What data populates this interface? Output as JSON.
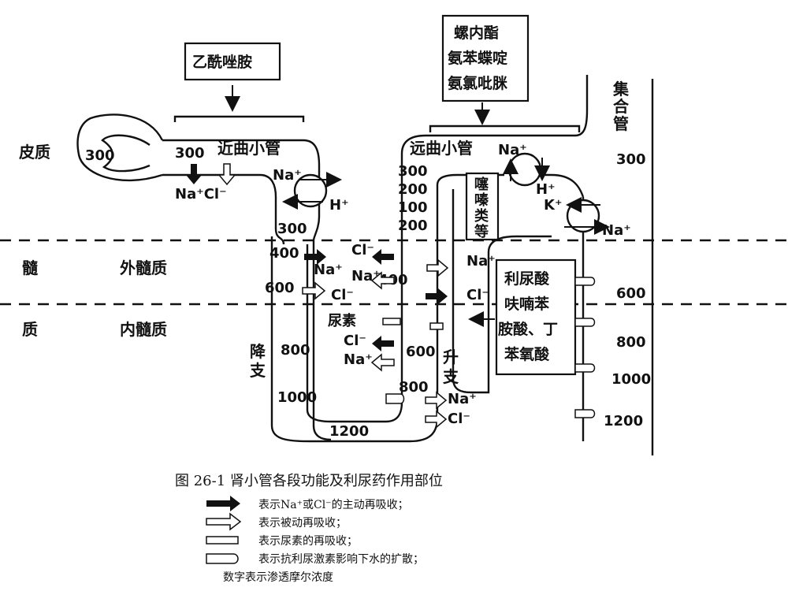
{
  "drugs": {
    "acetazolamide": "乙酰唑胺",
    "distal_box": [
      "螺内酯",
      "氨苯蝶啶",
      "氨氯吡脒"
    ],
    "thiazide_box": [
      "噻",
      "嗪",
      "类",
      "等"
    ],
    "loop_box": [
      "利尿酸",
      "呋喃苯",
      "胺酸、丁",
      "苯氧酸"
    ]
  },
  "regions": {
    "cortex": "皮质",
    "medulla_chars": [
      "髓",
      "质"
    ],
    "outer_medulla": "外髓质",
    "inner_medulla": "内髓质"
  },
  "segments": {
    "proximal": "近曲小管",
    "distal": "远曲小管",
    "collecting_chars": [
      "集",
      "合",
      "管"
    ],
    "descending_chars": [
      "降",
      "支"
    ],
    "ascending_chars": [
      "升",
      "支"
    ]
  },
  "osmolality": {
    "cortex_300": "300",
    "proximal_300": "300",
    "descending": [
      "300",
      "400",
      "600",
      "800",
      "1000"
    ],
    "bottom": "1200",
    "ascending": [
      "400",
      "600",
      "800"
    ],
    "distal": [
      "300",
      "200",
      "100",
      "200"
    ],
    "collecting": [
      "300",
      "600",
      "800",
      "1000",
      "1200"
    ]
  },
  "ions": {
    "na_plus": "Na⁺",
    "cl_minus": "Cl⁻",
    "h_plus": "H⁺",
    "k_plus": "K⁺",
    "na_cl_proximal": "Na⁺Cl⁻",
    "urea": "尿素"
  },
  "caption": {
    "title": "图 26-1   肾小管各段功能及利尿药作用部位",
    "legend": [
      "表示Na⁺或Cl⁻的主动再吸收；",
      "表示被动再吸收；",
      "表示尿素的再吸收；",
      "表示抗利尿激素影响下水的扩散；"
    ],
    "note": "数字表示渗透摩尔浓度"
  }
}
